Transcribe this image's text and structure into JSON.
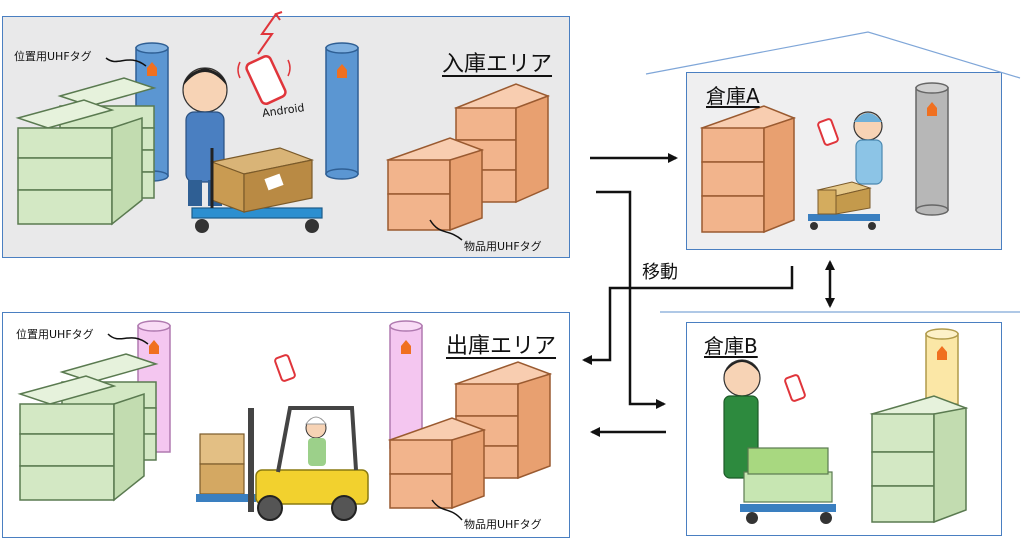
{
  "areas": {
    "inbound": {
      "title": "入庫エリア",
      "position_tag": "位置用UHFタグ",
      "item_tag": "物品用UHFタグ",
      "device": "Android"
    },
    "outbound": {
      "title": "出庫エリア",
      "position_tag": "位置用UHFタグ",
      "item_tag": "物品用UHFタグ"
    },
    "warehouse_a": {
      "title": "倉庫A"
    },
    "warehouse_b": {
      "title": "倉庫B"
    }
  },
  "flow": {
    "move_label": "移動"
  },
  "colors": {
    "panel_border": "#4a7fc1",
    "panel_fill": "#e9e9ea",
    "box_orange": "#f2b48c",
    "box_green": "#d3e8c4",
    "pillar_blue": "#5b96d2",
    "pillar_pink": "#f4c6f0",
    "pillar_gray": "#b7b7b7",
    "pillar_yellow": "#fbe7a6",
    "tag_orange": "#f07020",
    "arrow": "#111111"
  }
}
